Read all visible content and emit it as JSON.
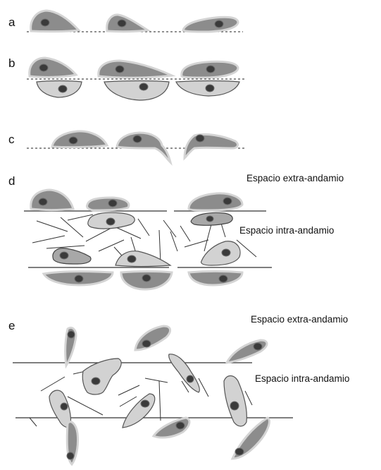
{
  "panels": {
    "a": {
      "label": "a"
    },
    "b": {
      "label": "b"
    },
    "c": {
      "label": "c"
    },
    "d": {
      "label": "d",
      "extra_label": "Espacio extra-andamio",
      "intra_label": "Espacio intra-andamio"
    },
    "e": {
      "label": "e",
      "extra_label": "Espacio extra-andamio",
      "intra_label": "Espacio intra-andamio"
    }
  },
  "colors": {
    "cell": "#8c8c8c",
    "cell_halo": "#d4d4d4",
    "nucleus": "#3a3a3a",
    "lines": "#222222"
  }
}
